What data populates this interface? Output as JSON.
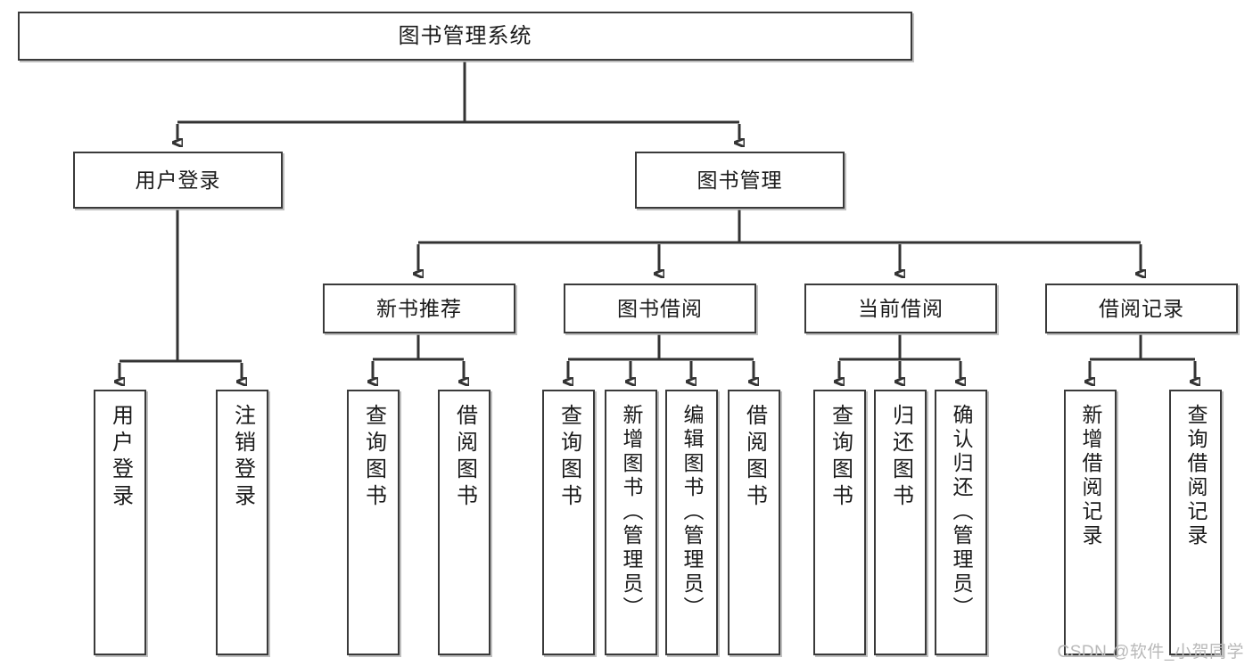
{
  "diagram": {
    "title": "图书管理系统",
    "root": {
      "label": "图书管理系统"
    },
    "level2": [
      {
        "label": "用户登录"
      },
      {
        "label": "图书管理"
      }
    ],
    "level3": [
      {
        "label": "新书推荐"
      },
      {
        "label": "图书借阅"
      },
      {
        "label": "当前借阅"
      },
      {
        "label": "借阅记录"
      }
    ],
    "leaves": {
      "user_login": [
        {
          "label": "用户登录"
        },
        {
          "label": "注销登录"
        }
      ],
      "new_book_recommend": [
        {
          "label": "查询图书"
        },
        {
          "label": "借阅图书"
        }
      ],
      "book_borrow": [
        {
          "label": "查询图书"
        },
        {
          "label": "新增图书（管理员）"
        },
        {
          "label": "编辑图书（管理员）"
        },
        {
          "label": "借阅图书"
        }
      ],
      "current_borrow": [
        {
          "label": "查询图书"
        },
        {
          "label": "归还图书"
        },
        {
          "label": "确认归还（管理员）"
        }
      ],
      "borrow_record": [
        {
          "label": "新增借阅记录"
        },
        {
          "label": "查询借阅记录"
        }
      ]
    }
  },
  "watermark": {
    "text": "CSDN @软件_小贺同学"
  },
  "colors": {
    "border": "#3a3a3a",
    "line": "#333333",
    "text": "#1b1b1b",
    "background": "#ffffff",
    "watermark": "#b9b9b9"
  }
}
